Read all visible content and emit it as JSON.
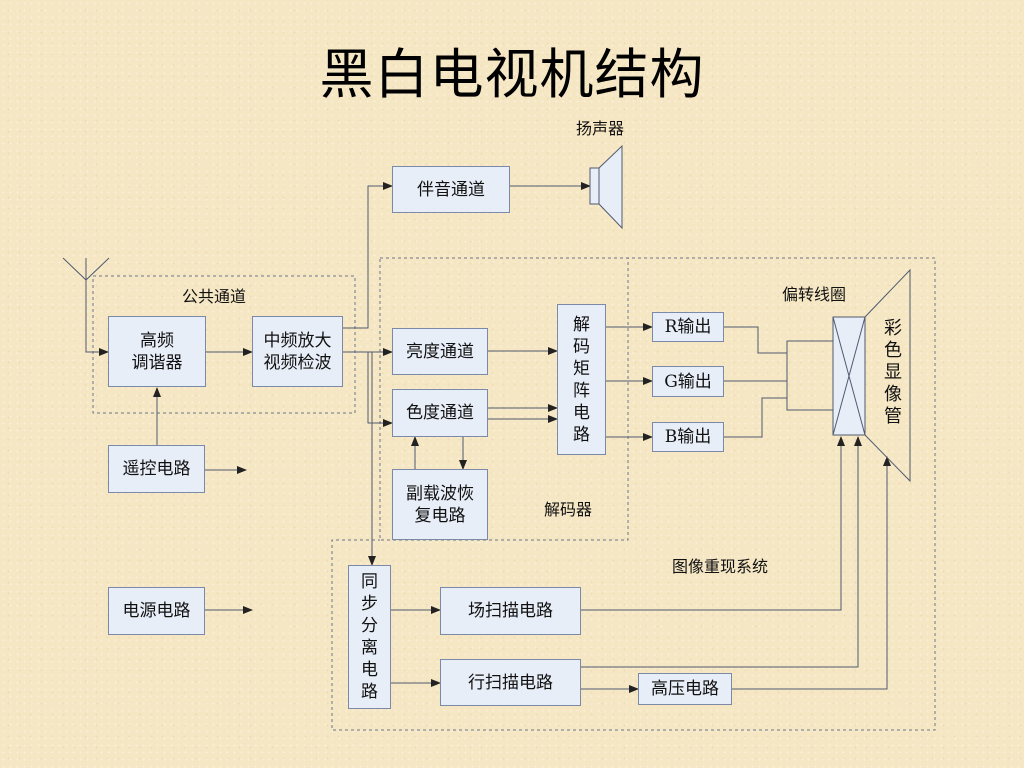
{
  "title": "黑白电视机结构",
  "labels": {
    "speaker": "扬声器",
    "common_channel": "公共通道",
    "deflection_coil": "偏转线圈",
    "crt": "彩\n色\n显\n像\n管",
    "decoder": "解码器",
    "image_system": "图像重现系统"
  },
  "blocks": {
    "sound_channel": "伴音通道",
    "tuner": "高频\n调谐器",
    "if_amp": "中频放大\n视频检波",
    "luma_channel": "亮度通道",
    "chroma_channel": "色度通道",
    "matrix": "解\n码\n矩\n阵\n电\n路",
    "r_out": "R输出",
    "g_out": "G输出",
    "b_out": "B输出",
    "subcarrier": "副载波恢\n复电路",
    "remote": "遥控电路",
    "power": "电源电路",
    "sync_sep": "同\n步\n分\n离\n电\n路",
    "field_scan": "场扫描电路",
    "line_scan": "行扫描电路",
    "high_voltage": "高压电路"
  },
  "colors": {
    "block_fill": "#e8eef8",
    "block_border": "#7a8aa8",
    "line": "#505a70",
    "background": "#f6e7c4"
  }
}
